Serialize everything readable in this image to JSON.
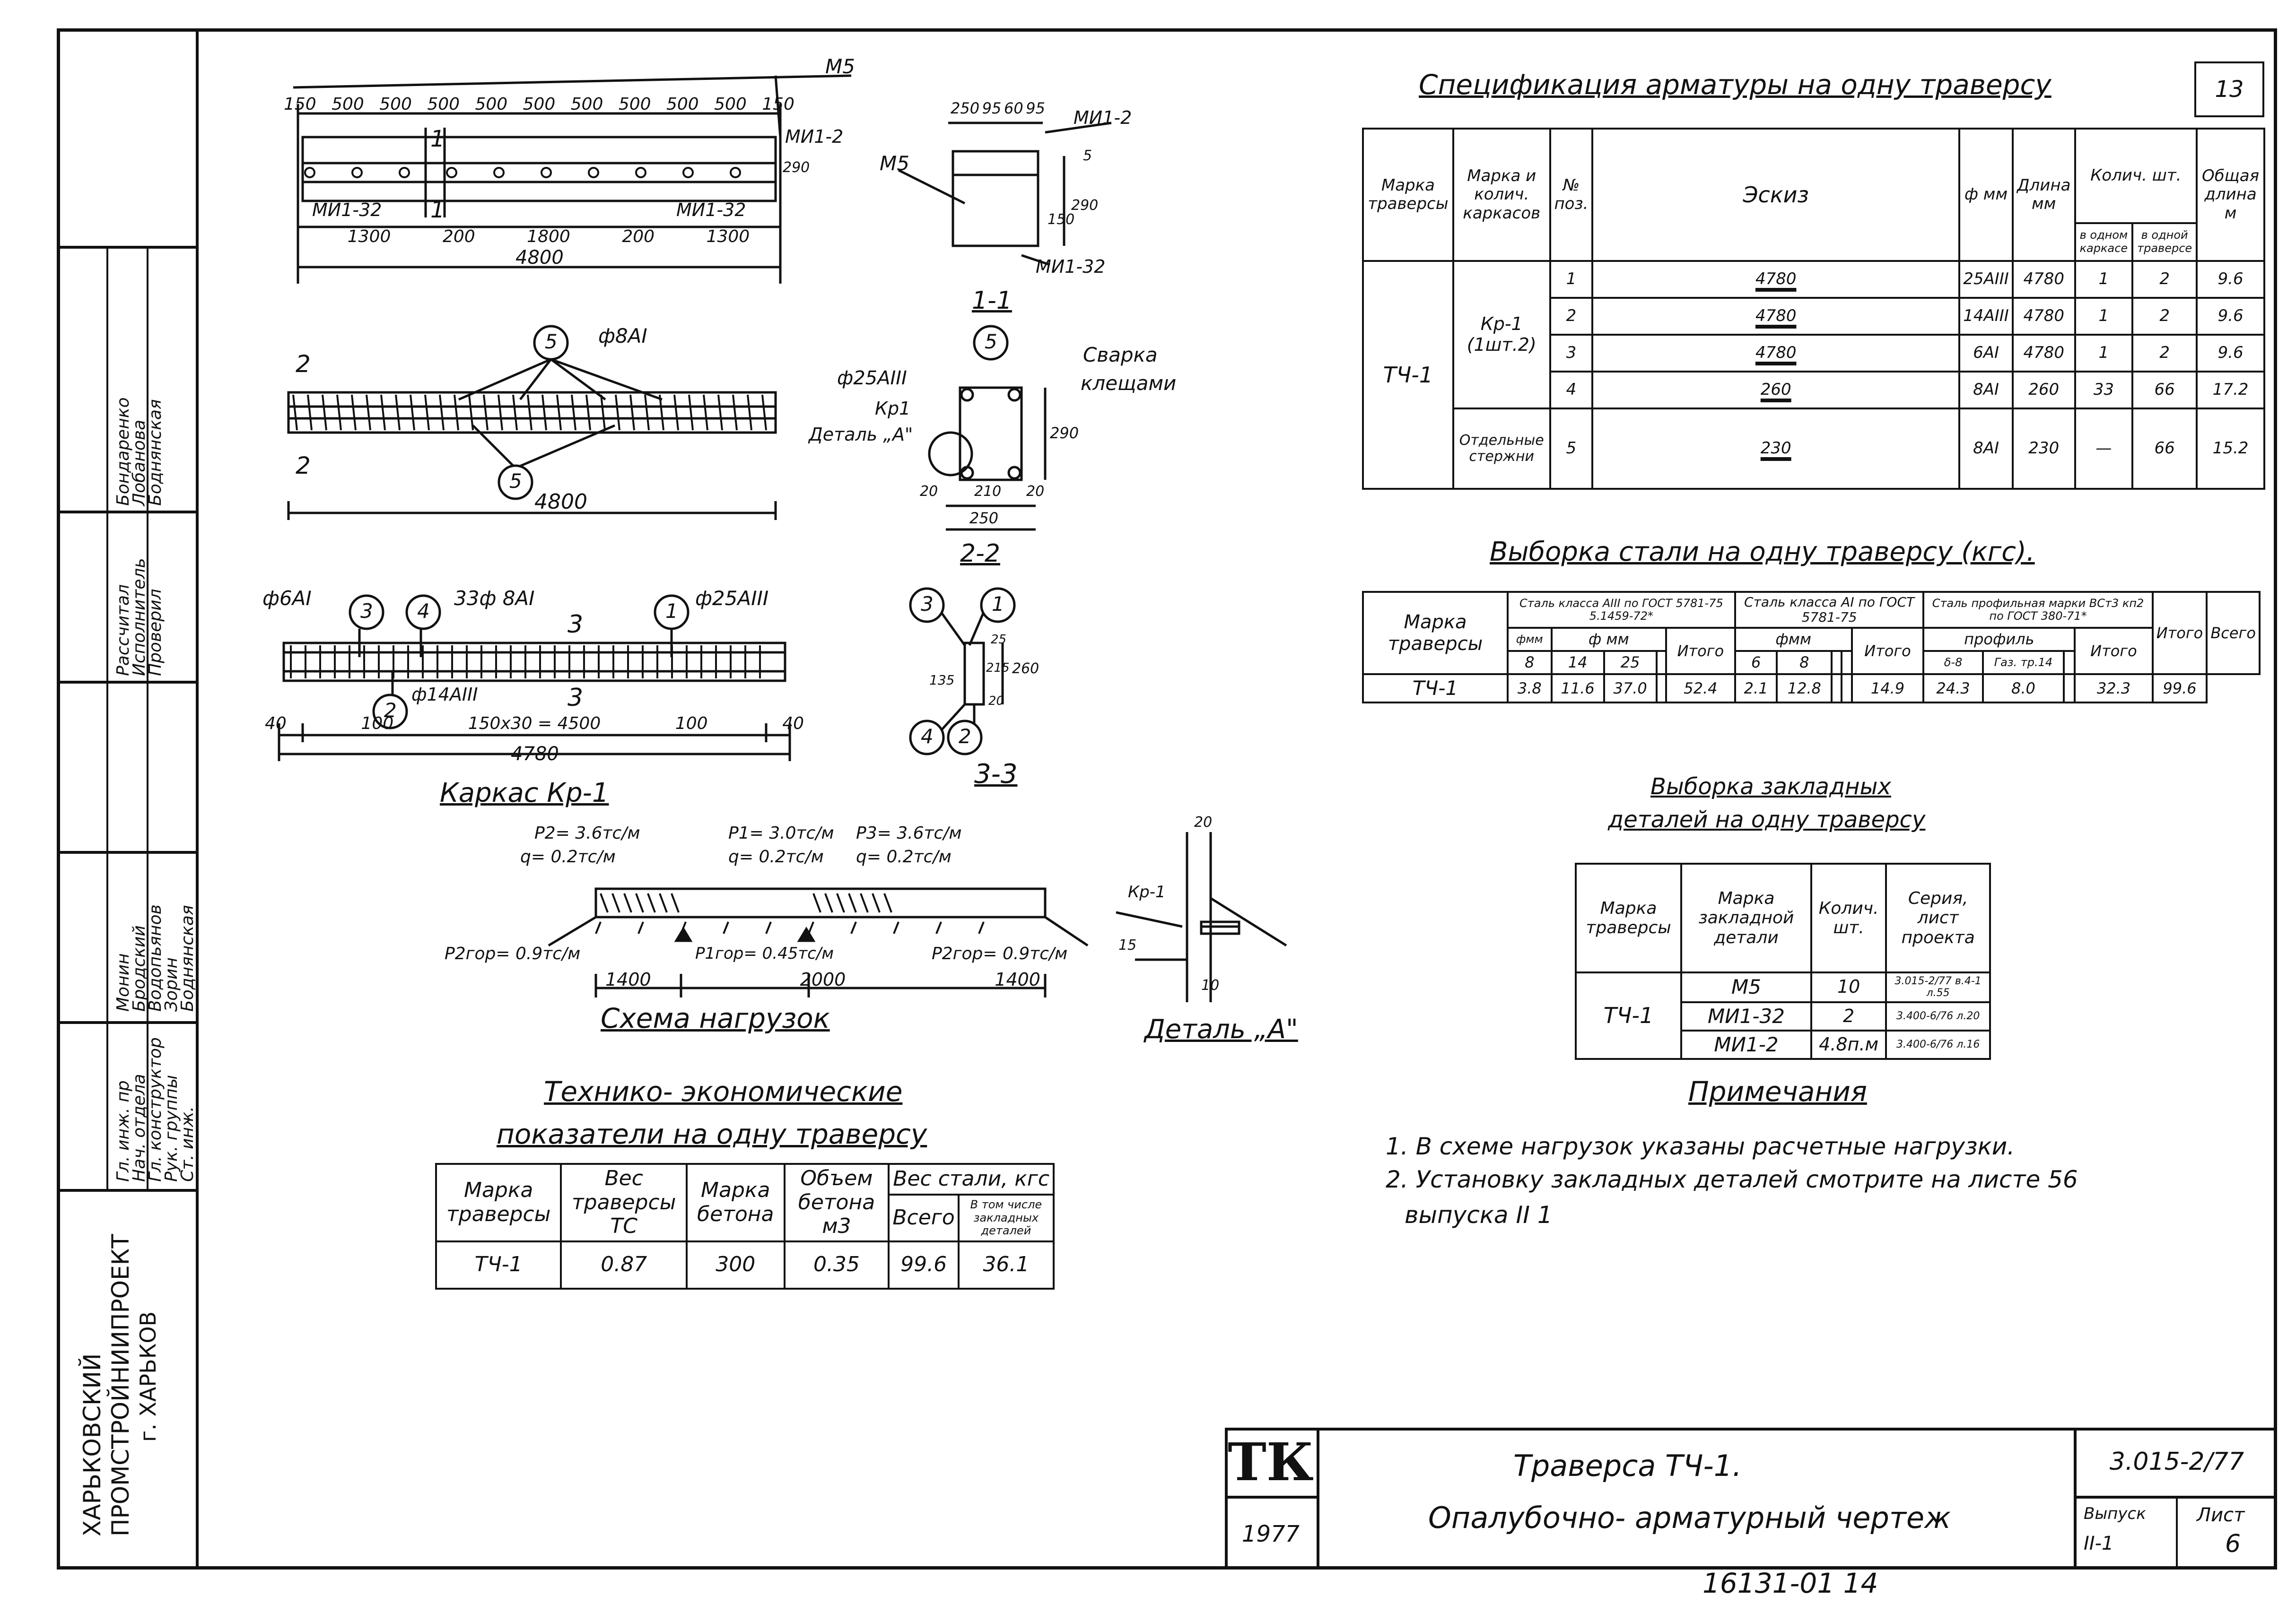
{
  "title_block": {
    "org_line1": "ХАРЬКОВСКИЙ",
    "org_line2": "ПРОМСТРОЙНИИПРОЕКТ",
    "org_line3": "г. ХАРЬКОВ",
    "roles": [
      "Гл. инж. пр",
      "Нач. отдела",
      "Гл. конструктор",
      "Рук. группы",
      "Ст. инж."
    ],
    "names": [
      "Монин",
      "Бродский",
      "Водопьянов",
      "Зорин",
      "Боднянская"
    ],
    "roles2": [
      "Рассчитал",
      "Исполнитель",
      "Проверил"
    ],
    "names2": [
      "Бондаренко",
      "Лобанова",
      "Боднянская"
    ],
    "logo": "ТК",
    "year": "1977",
    "drawing_title1": "Траверса ТЧ-1.",
    "drawing_title2": "Опалубочно- арматурный чертеж",
    "series": "3.015-2/77",
    "issue_label": "Выпуск",
    "issue_value": "II-1",
    "sheet_label": "Лист",
    "sheet_value": "6",
    "page_number": "13",
    "bottom_code": "16131-01 14"
  },
  "drawings": {
    "top_dims": [
      "150",
      "500",
      "500",
      "500",
      "500",
      "500",
      "500",
      "500",
      "500",
      "500",
      "150"
    ],
    "dims_lower": [
      "1300",
      "200",
      "1800",
      "200",
      "1300"
    ],
    "total_4800": "4800",
    "m5": "M5",
    "mi12": "МИ1-2",
    "mi132": "МИ1-32",
    "mi132b": "МИ1-32",
    "dim_290": "290",
    "sec1_dims": [
      "250",
      "95",
      "60",
      "95"
    ],
    "sec1_m5": "M5",
    "sec1_mi12": "МИ1-2",
    "sec1_150": "150",
    "sec1_290": "290",
    "sec1_5": "5",
    "sec1_mi132": "МИ1-32",
    "sec1_label": "1-1",
    "cut_1": "1",
    "cut_1b": "1",
    "rebar_5": "5",
    "rebar_5b": "5",
    "phi8": "ф8АI",
    "cut_2": "2",
    "cut_2b": "2",
    "len_4800": "4800",
    "sec2_phi25": "ф25АIII",
    "sec2_kr": "Кр1",
    "sec2_detail": "Деталь „А\"",
    "sec2_weld1": "Сварка",
    "sec2_weld2": "клещами",
    "sec2_20": "20",
    "sec2_210": "210",
    "sec2_20b": "20",
    "sec2_250": "250",
    "sec2_290": "290",
    "sec2_label": "2-2",
    "cage_phi6": "ф6АI",
    "cage_33": "33ф 8АI",
    "cage_phi25": "ф25АIII",
    "cage_phi14": "ф14АIII",
    "cage_3": "3",
    "cage_4": "4",
    "cage_1": "1",
    "cage_2": "2",
    "cage_cut3": "3",
    "cage_cut3b": "3",
    "cage_dims": [
      "40",
      "100",
      "150х30 = 4500",
      "100",
      "40"
    ],
    "cage_total": "4780",
    "cage_title": "Каркас Кр-1",
    "sec3_1": "1",
    "sec3_3": "3",
    "sec3_4": "4",
    "sec3_2": "2",
    "sec3_135": "135",
    "sec3_25": "25",
    "sec3_215": "215",
    "sec3_20": "20",
    "sec3_260": "260",
    "sec3_label": "3-3",
    "load_p2": "P2= 3.6тс/м",
    "load_q1": "q= 0.2тс/м",
    "load_p1": "P1= 3.0тс/м",
    "load_q2": "q= 0.2тс/м",
    "load_p3": "P3= 3.6тс/м",
    "load_q3": "q= 0.2тс/м",
    "load_hor1": "P2гор= 0.9тс/м",
    "load_hor_mid": "P1гор= 0.45тс/м",
    "load_hor2": "P2гор= 0.9тс/м",
    "load_dims": [
      "1400",
      "2000",
      "1400"
    ],
    "load_title": "Схема нагрузок",
    "detA_20": "20",
    "detA_kr": "Кр-1",
    "detA_15": "15",
    "detA_10": "10",
    "detA_title": "Деталь „А\""
  },
  "spec": {
    "title": "Спецификация арматуры на одну траверсу",
    "headers": [
      "Марка траверсы",
      "Марка и колич. каркасов",
      "№ поз.",
      "Эскиз",
      "ф мм",
      "Длина мм",
      "в одном каркасе",
      "в одной траверсе",
      "Общая длина м"
    ],
    "qty_header": "Колич. шт.",
    "brand": "ТЧ-1",
    "frame_label": "Кр-1 (1шт.2)",
    "separate_label": "Отдельные стержни",
    "rows": [
      {
        "pos": "1",
        "sketch": "4780",
        "dia": "25АIII",
        "len": "4780",
        "in_frame": "1",
        "in_trav": "2",
        "total": "9.6"
      },
      {
        "pos": "2",
        "sketch": "4780",
        "dia": "14АIII",
        "len": "4780",
        "in_frame": "1",
        "in_trav": "2",
        "total": "9.6"
      },
      {
        "pos": "3",
        "sketch": "4780",
        "dia": "6АI",
        "len": "4780",
        "in_frame": "1",
        "in_trav": "2",
        "total": "9.6"
      },
      {
        "pos": "4",
        "sketch": "260",
        "dia": "8АI",
        "len": "260",
        "in_frame": "33",
        "in_trav": "66",
        "total": "17.2"
      },
      {
        "pos": "5",
        "sketch": "230",
        "dia": "8АI",
        "len": "230",
        "in_frame": "—",
        "in_trav": "66",
        "total": "15.2"
      }
    ]
  },
  "steel": {
    "title": "Выборка стали на одну траверсу (кгс).",
    "brand_header": "Марка траверсы",
    "g1_title": "Сталь класса АIII по ГОСТ 5781-75 5.1459-72*",
    "g2_title": "Сталь класса АI по ГОСТ 5781-75",
    "g3_title": "Сталь профильная марки ВСт3 кп2 по ГОСТ 380-71*",
    "phi_mm": "фмм",
    "phi_mm2": "ф мм",
    "phi_mm3": "фмм",
    "profile": "профиль",
    "g1_cols": [
      "8",
      "14",
      "25",
      ""
    ],
    "g2_cols": [
      "6",
      "8",
      "",
      ""
    ],
    "g3_cols": [
      "δ-8",
      "Газ. тр.14",
      ""
    ],
    "itogo": "Итого",
    "vsego": "Всего",
    "brand": "ТЧ-1",
    "g1_vals": [
      "3.8",
      "11.6",
      "37.0",
      ""
    ],
    "g1_total": "52.4",
    "g2_vals": [
      "2.1",
      "12.8",
      "",
      ""
    ],
    "g2_total": "14.9",
    "g3_vals": [
      "24.3",
      "8.0",
      ""
    ],
    "g3_total": "32.3",
    "grand_total": "99.6"
  },
  "embedded": {
    "title1": "Выборка закладных",
    "title2": "деталей на одну траверсу",
    "headers": [
      "Марка траверсы",
      "Марка закладной детали",
      "Колич. шт.",
      "Серия, лист проекта"
    ],
    "brand": "ТЧ-1",
    "rows": [
      {
        "mark": "М5",
        "qty": "10",
        "series": "3.015-2/77 в.4-1 л.55"
      },
      {
        "mark": "МИ1-32",
        "qty": "2",
        "series": "3.400-6/76 л.20"
      },
      {
        "mark": "МИ1-2",
        "qty": "4.8п.м",
        "series": "3.400-6/76 л.16"
      }
    ]
  },
  "notes": {
    "title": "Примечания",
    "items": [
      "1. В схеме нагрузок указаны расчетные нагрузки.",
      "2. Установку закладных деталей смотрите на листе 56",
      "выпуска II 1"
    ]
  },
  "tep": {
    "title1": "Технико- экономические",
    "title2": "показатели на одну траверсу",
    "headers": [
      "Марка траверсы",
      "Вес траверсы ТС",
      "Марка бетона",
      "Объем бетона м3"
    ],
    "steel_header": "Вес стали, кгс",
    "steel_cols": [
      "Всего",
      "В том числе закладных деталей"
    ],
    "row": [
      "ТЧ-1",
      "0.87",
      "300",
      "0.35",
      "99.6",
      "36.1"
    ]
  }
}
